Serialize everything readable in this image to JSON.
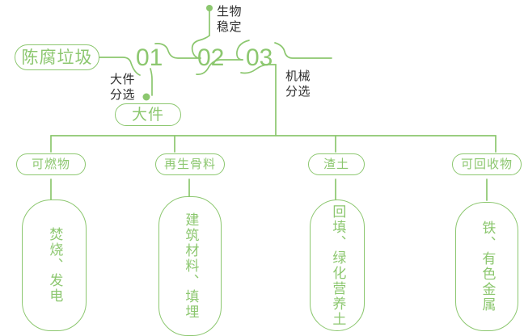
{
  "theme": {
    "line_color": "#8CC76F",
    "node_text_color": "#8CC76F",
    "annotation_color": "#2e2e2e",
    "background": "#ffffff"
  },
  "diagram": {
    "type": "process-flow",
    "title_node": {
      "label": "陈腐垃圾"
    },
    "stages": [
      {
        "number": "01",
        "annotation": "大件\n分选",
        "output": {
          "label": "大件"
        }
      },
      {
        "number": "02",
        "annotation": "生物\n稳定",
        "output": null
      },
      {
        "number": "03",
        "annotation": "机械\n分选",
        "output": null
      }
    ],
    "outputs": [
      {
        "label": "可燃物",
        "detail": "焚烧、发电"
      },
      {
        "label": "再生骨料",
        "detail": "建筑材料、填埋"
      },
      {
        "label": "渣土",
        "detail": "回填、绿化营养土"
      },
      {
        "label": "可回收物",
        "detail": "铁、有色金属"
      }
    ]
  }
}
